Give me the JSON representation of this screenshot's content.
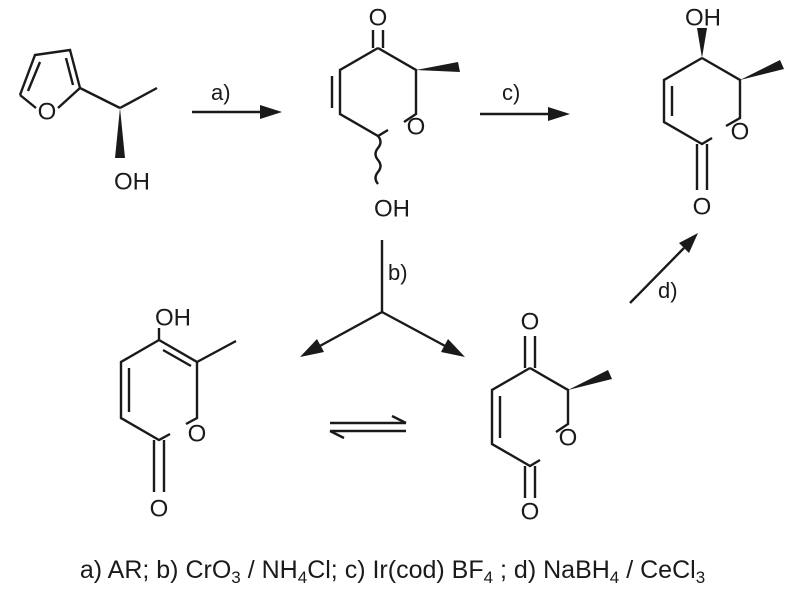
{
  "atoms": {
    "o_furan": "O",
    "oh_start": "OH",
    "o_keto_top": "O",
    "o_ring_top": "O",
    "oh_anomeric": "OH",
    "oh_product": "OH",
    "o_ring_product": "O",
    "o_carbonyl_product": "O",
    "oh_pyrone": "OH",
    "o_ring_pyrone": "O",
    "o_carbonyl_pyrone": "O",
    "o_keto_dione": "O",
    "o_ring_dione": "O",
    "o_carbonyl_dione": "O"
  },
  "step_labels": {
    "a": "a)",
    "b": "b)",
    "c": "c)",
    "d": "d)"
  },
  "conditions": {
    "a_label": "a) ",
    "a_reagent": "AR",
    "sep1": "; ",
    "b_label": "b) ",
    "b_reagent_1": "CrO",
    "b_reagent_1_sub": "3",
    "b_slash": " / ",
    "b_reagent_2": "NH",
    "b_reagent_2_sub": "4",
    "b_reagent_2_tail": "Cl",
    "sep2": "; ",
    "c_label": "c) ",
    "c_reagent": "Ir(cod) BF",
    "c_reagent_sub": "4",
    "sep3": " ; ",
    "d_label": "d) ",
    "d_reagent_1": "NaBH",
    "d_reagent_1_sub": "4",
    "d_slash": " / ",
    "d_reagent_2": "CeCl",
    "d_reagent_2_sub": "3"
  }
}
